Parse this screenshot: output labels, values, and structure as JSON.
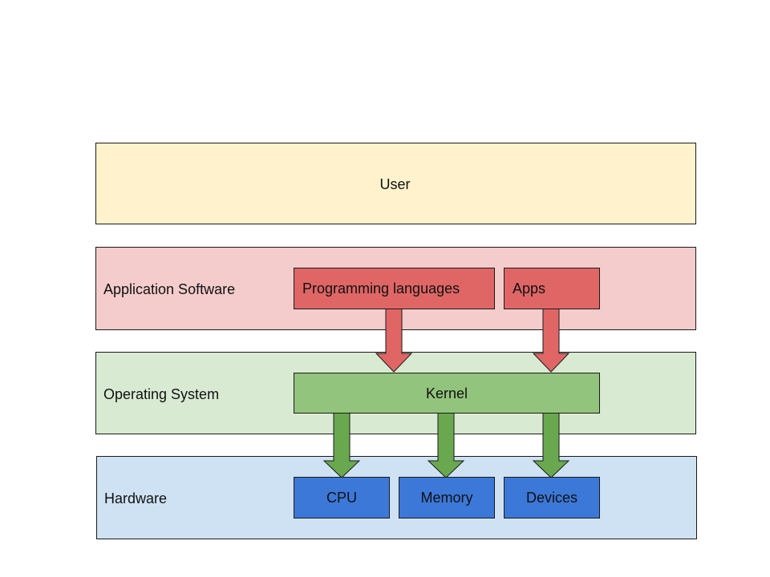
{
  "colors": {
    "user_bg": "#fff2cc",
    "app_layer_bg": "#f4cccc",
    "app_box_bg": "#e06666",
    "os_layer_bg": "#d9ead3",
    "kernel_bg": "#93c47d",
    "hw_layer_bg": "#cfe2f3",
    "hw_box_bg": "#3c78d8",
    "red_arrow": "#e06666",
    "green_arrow": "#6aa84f"
  },
  "layers": {
    "user": {
      "label": "User"
    },
    "application": {
      "label": "Application Software"
    },
    "os": {
      "label": "Operating System"
    },
    "hardware": {
      "label": "Hardware"
    }
  },
  "components": {
    "programming_languages": "Programming languages",
    "apps": "Apps",
    "kernel": "Kernel",
    "cpu": "CPU",
    "memory": "Memory",
    "devices": "Devices"
  },
  "connections": [
    {
      "from": "Programming languages",
      "to": "Kernel",
      "color": "red_arrow"
    },
    {
      "from": "Apps",
      "to": "Kernel",
      "color": "red_arrow"
    },
    {
      "from": "Kernel",
      "to": "CPU",
      "color": "green_arrow"
    },
    {
      "from": "Kernel",
      "to": "Memory",
      "color": "green_arrow"
    },
    {
      "from": "Kernel",
      "to": "Devices",
      "color": "green_arrow"
    }
  ]
}
